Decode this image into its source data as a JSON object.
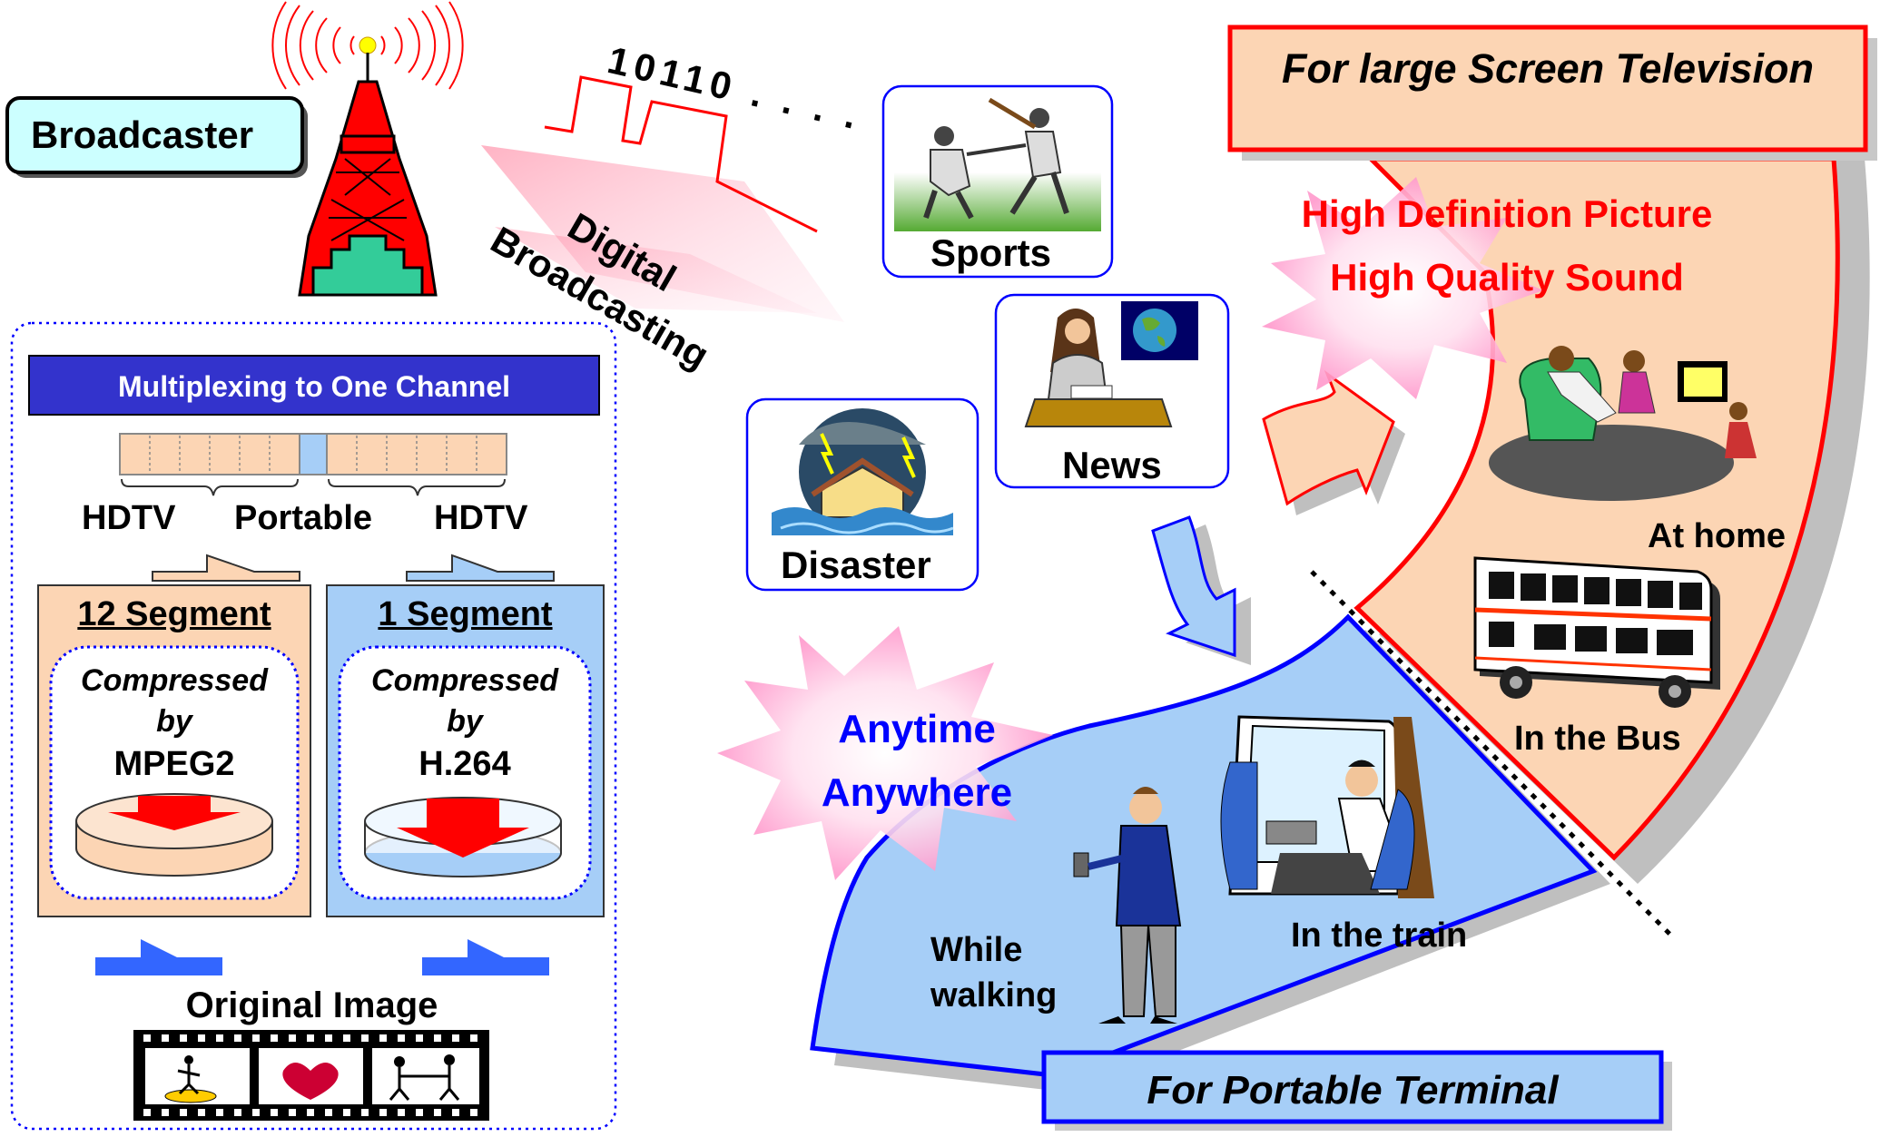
{
  "broadcaster": {
    "label": "Broadcaster"
  },
  "signal": {
    "bits": "10110 . . . .",
    "digital": "Digital",
    "broadcasting": "Broadcasting"
  },
  "programs": {
    "sports": "Sports",
    "news": "News",
    "disaster": "Disaster"
  },
  "multiplex": {
    "title": "Multiplexing to One Channel",
    "hdtv_left": "HDTV",
    "portable": "Portable",
    "hdtv_right": "HDTV",
    "seg12": {
      "title": "12 Segment",
      "line1": "Compressed",
      "line2": "by",
      "codec": "MPEG2"
    },
    "seg1": {
      "title": "1 Segment",
      "line1": "Compressed",
      "line2": "by",
      "codec": "H.264"
    },
    "original": "Original Image"
  },
  "large_screen": {
    "banner": "For large Screen Television",
    "feature1": "High Definition Picture",
    "feature2": "High Quality Sound",
    "home": "At home",
    "bus": "In the Bus"
  },
  "portable": {
    "slogan1": "Anytime",
    "slogan2": "Anywhere",
    "walking1": "While",
    "walking2": "walking",
    "train": "In the train",
    "banner": "For Portable Terminal"
  },
  "colors": {
    "red": "#ff0000",
    "orange_fill": "#fcd5b4",
    "blue_fill": "#a6cef7",
    "navy": "#0000cc",
    "cyan_box": "#ccffff",
    "pink": "#ff99cc"
  }
}
